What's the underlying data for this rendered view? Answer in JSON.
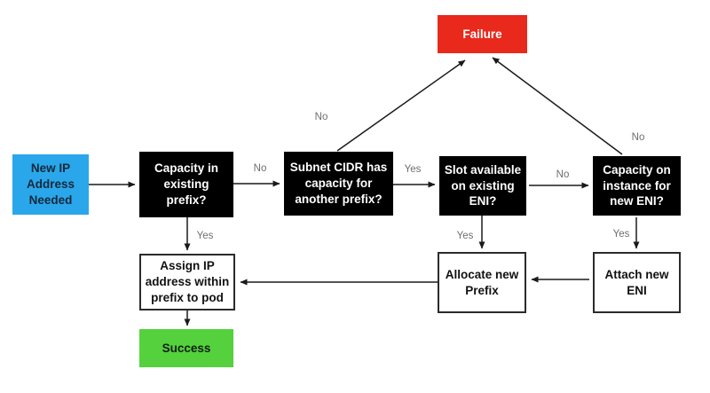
{
  "diagram": {
    "type": "flowchart",
    "background": "#ffffff",
    "arrow_color": "#1a1a1a",
    "nodes": {
      "start": {
        "label": "New IP Address Needed",
        "fill": "#2AA7EA",
        "text_color": "#13283C",
        "kind": "start"
      },
      "q_prefix_capacity": {
        "label": "Capacity in existing prefix?",
        "fill": "#000000",
        "text_color": "#FFFFFF",
        "kind": "decision"
      },
      "q_subnet_cidr": {
        "label": "Subnet CIDR has capacity for another prefix?",
        "fill": "#000000",
        "text_color": "#FFFFFF",
        "kind": "decision"
      },
      "q_slot_eni": {
        "label": "Slot available on existing ENI?",
        "fill": "#000000",
        "text_color": "#FFFFFF",
        "kind": "decision"
      },
      "q_instance_capacity": {
        "label": "Capacity on instance for new ENI?",
        "fill": "#000000",
        "text_color": "#FFFFFF",
        "kind": "decision"
      },
      "failure": {
        "label": "Failure",
        "fill": "#E8291C",
        "text_color": "#FFFFFF",
        "kind": "terminal"
      },
      "assign_ip": {
        "label": "Assign IP address within prefix to pod",
        "fill": "#FFFFFF",
        "text_color": "#111111",
        "kind": "process"
      },
      "allocate_prefix": {
        "label": "Allocate new Prefix",
        "fill": "#FFFFFF",
        "text_color": "#111111",
        "kind": "process"
      },
      "attach_eni": {
        "label": "Attach new ENI",
        "fill": "#FFFFFF",
        "text_color": "#111111",
        "kind": "process"
      },
      "success": {
        "label": "Success",
        "fill": "#54D13D",
        "text_color": "#0E1F10",
        "kind": "terminal"
      }
    },
    "edge_labels": {
      "q_prefix_to_subnet": "No",
      "q_prefix_to_assign": "Yes",
      "q_subnet_to_failure": "No",
      "q_subnet_to_slot": "Yes",
      "q_slot_to_allocate": "Yes",
      "q_slot_to_instance": "No",
      "q_instance_to_failure": "No",
      "q_instance_to_attach": "Yes"
    }
  }
}
